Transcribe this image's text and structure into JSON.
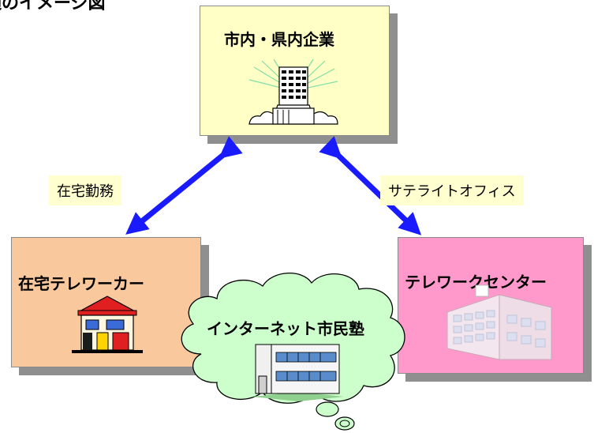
{
  "title": "通のイメージ図",
  "nodes": {
    "company": {
      "label": "市内・県内企業",
      "color": "#ffffc6",
      "icon": "office-building-icon"
    },
    "teleworker": {
      "label": "在宅テレワーカー",
      "color": "#f9c99d",
      "icon": "house-icon"
    },
    "center": {
      "label": "テレワークセンター",
      "color": "#ff99cc",
      "icon": "facility-building-icon"
    },
    "school": {
      "label": "インターネット市民塾",
      "color": "#ccffcc",
      "icon": "school-building-icon"
    }
  },
  "edges": {
    "left": {
      "label": "在宅勤務",
      "label_bg": "#ffffd0"
    },
    "right": {
      "label": "サテライトオフィス",
      "label_bg": "#ffffd0"
    }
  },
  "colors": {
    "arrow": "#1a1aff",
    "shadow": "#8f8f8f"
  }
}
